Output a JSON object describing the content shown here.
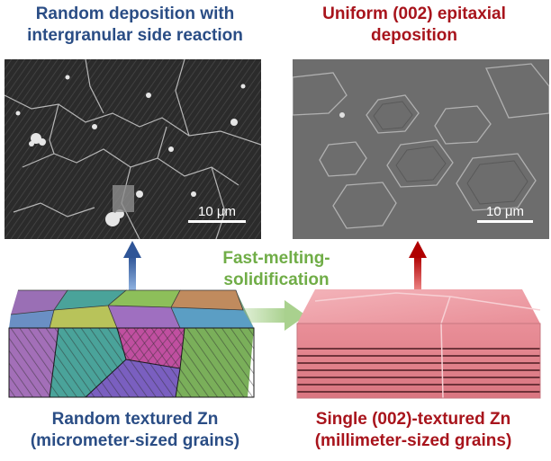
{
  "top_left_title": [
    "Random deposition with",
    "intergranular side reaction"
  ],
  "top_right_title": [
    "Uniform (002) epitaxial",
    "deposition"
  ],
  "process_label": [
    "Fast-melting-",
    "solidification"
  ],
  "bottom_left_title": [
    "Random textured Zn",
    "(micrometer-sized grains)"
  ],
  "bottom_right_title": [
    "Single (002)-textured Zn",
    "(millimeter-sized grains)"
  ],
  "scale_bar_left": "10 μm",
  "scale_bar_right": "10 μm",
  "colors": {
    "blue_text": "#2a4d85",
    "red_text": "#a8141c",
    "green_text": "#70ad47",
    "blue_arrow": "#2f5597",
    "red_arrow": "#c00000",
    "green_arrow": "#a9d18e",
    "single_crystal": "#e98f98"
  }
}
